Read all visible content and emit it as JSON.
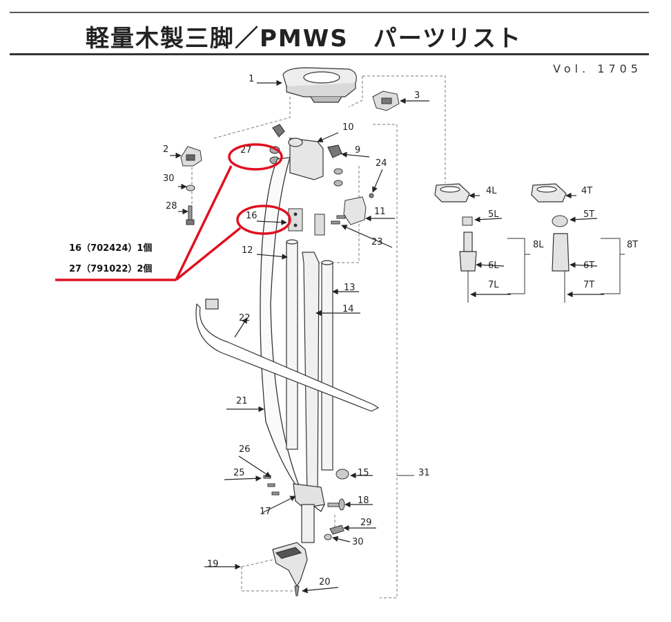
{
  "header": {
    "title": "軽量木製三脚／PMWS　パーツリスト",
    "volume": "Vol. 1705"
  },
  "callouts": [
    "1",
    "2",
    "3",
    "4L",
    "4T",
    "5L",
    "5T",
    "6L",
    "6T",
    "7L",
    "7T",
    "8L",
    "8T",
    "9",
    "10",
    "11",
    "12",
    "13",
    "14",
    "15",
    "16",
    "17",
    "18",
    "19",
    "20",
    "21",
    "22",
    "23",
    "24",
    "25",
    "26",
    "27",
    "28",
    "29",
    "30",
    "30",
    "31"
  ],
  "notes": [
    {
      "text": "16（702424）1個"
    },
    {
      "text": "27（791022）2個"
    }
  ],
  "highlighted_parts": [
    "27",
    "16"
  ],
  "colors": {
    "highlight": "#e01020",
    "line": "#333333"
  }
}
